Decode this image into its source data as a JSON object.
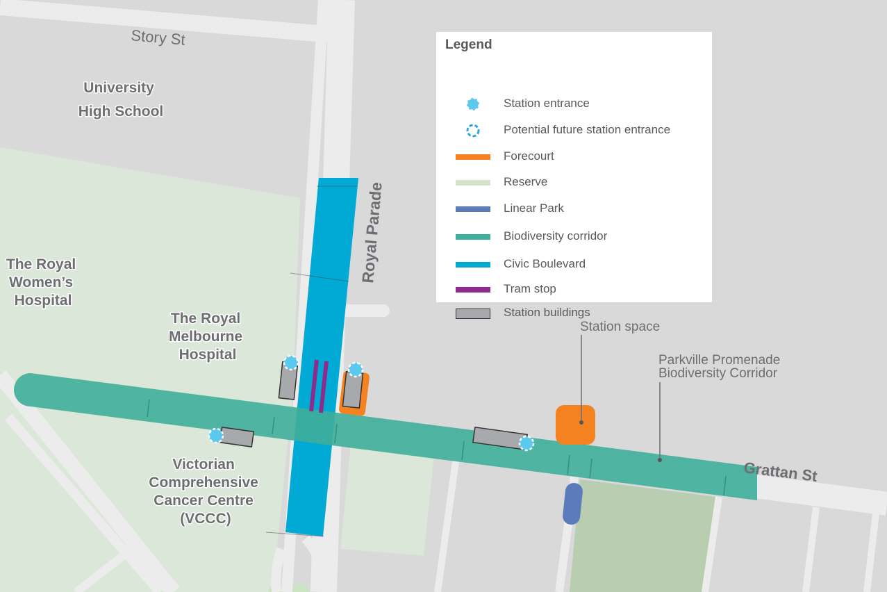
{
  "colors": {
    "background": "#d9d9da",
    "road": "#ececec",
    "reserve": "#dbe7d8",
    "reserve_block": "#b9cdb0",
    "civic_boulevard": "#00aad4",
    "biodiversity_corridor": "#3fae9a",
    "forecourt": "#f58220",
    "linear_park": "#5b7bbd",
    "tram_stop": "#8e2c8e",
    "station_building": "#a7a9ac",
    "station_entrance": "#5bc8ee",
    "text": "#6d6e71"
  },
  "streets": {
    "story_st": "Story St",
    "royal_parade": "Royal Parade",
    "grattan_st": "Grattan St"
  },
  "places": {
    "university_high": [
      "University",
      "High School"
    ],
    "royal_womens": [
      "The Royal",
      "Women’s",
      "Hospital"
    ],
    "royal_melbourne": [
      "The Royal",
      "Melbourne",
      "Hospital"
    ],
    "vccc": [
      "Victorian",
      "Comprehensive",
      "Cancer Centre",
      "(VCCC)"
    ]
  },
  "callouts": {
    "station_space": "Station space",
    "promenade": [
      "Parkville Promenade",
      "Biodiversity Corridor"
    ]
  },
  "legend": {
    "title": "Legend",
    "items": [
      {
        "label": "Station entrance",
        "symbol": "entrance-icon"
      },
      {
        "label": "Potential future station entrance",
        "symbol": "future-entrance-icon"
      },
      {
        "label": "Forecourt",
        "symbol": "forecourt-swatch"
      },
      {
        "label": "Reserve",
        "symbol": "reserve-swatch"
      },
      {
        "label": "Linear Park",
        "symbol": "linear-park-swatch"
      },
      {
        "label": "Biodiversity corridor",
        "symbol": "biodiversity-swatch"
      },
      {
        "label": "Civic Boulevard",
        "symbol": "civic-boulevard-swatch"
      },
      {
        "label": "Tram stop",
        "symbol": "tram-stop-swatch"
      },
      {
        "label": "Station buildings",
        "symbol": "station-building-swatch"
      }
    ]
  }
}
